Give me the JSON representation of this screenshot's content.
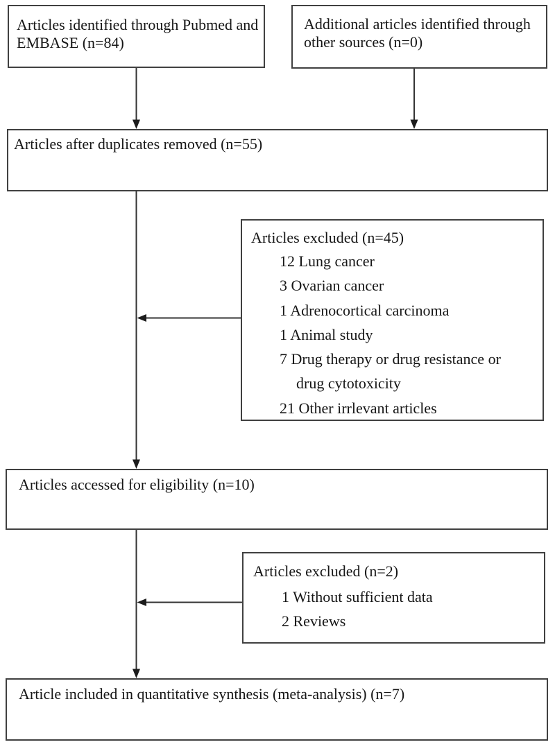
{
  "colors": {
    "background": "#ffffff",
    "box_border": "#404040",
    "arrow_line": "#333333",
    "text": "#161616"
  },
  "boxes": {
    "identified": {
      "text": "Articles identified through Pubmed and EMBASE (n=84)"
    },
    "additional": {
      "text": "Additional articles identified through other sources (n=0)"
    },
    "duplicates": {
      "text": "Articles after duplicates removed (n=55)"
    },
    "excluded45": {
      "heading": "Articles excluded (n=45)",
      "items": [
        "12 Lung cancer",
        "3 Ovarian cancer",
        "1 Adrenocortical carcinoma",
        "1 Animal study",
        "7 Drug therapy or drug resistance or drug cytotoxicity",
        "21 Other irrlevant articles"
      ]
    },
    "eligibility": {
      "text": "Articles accessed for eligibility (n=10)"
    },
    "excluded2": {
      "heading": "Articles excluded (n=2)",
      "items": [
        "1 Without sufficient data",
        "2 Reviews"
      ]
    },
    "included": {
      "text": "Article included in quantitative synthesis (meta-analysis) (n=7)"
    }
  }
}
